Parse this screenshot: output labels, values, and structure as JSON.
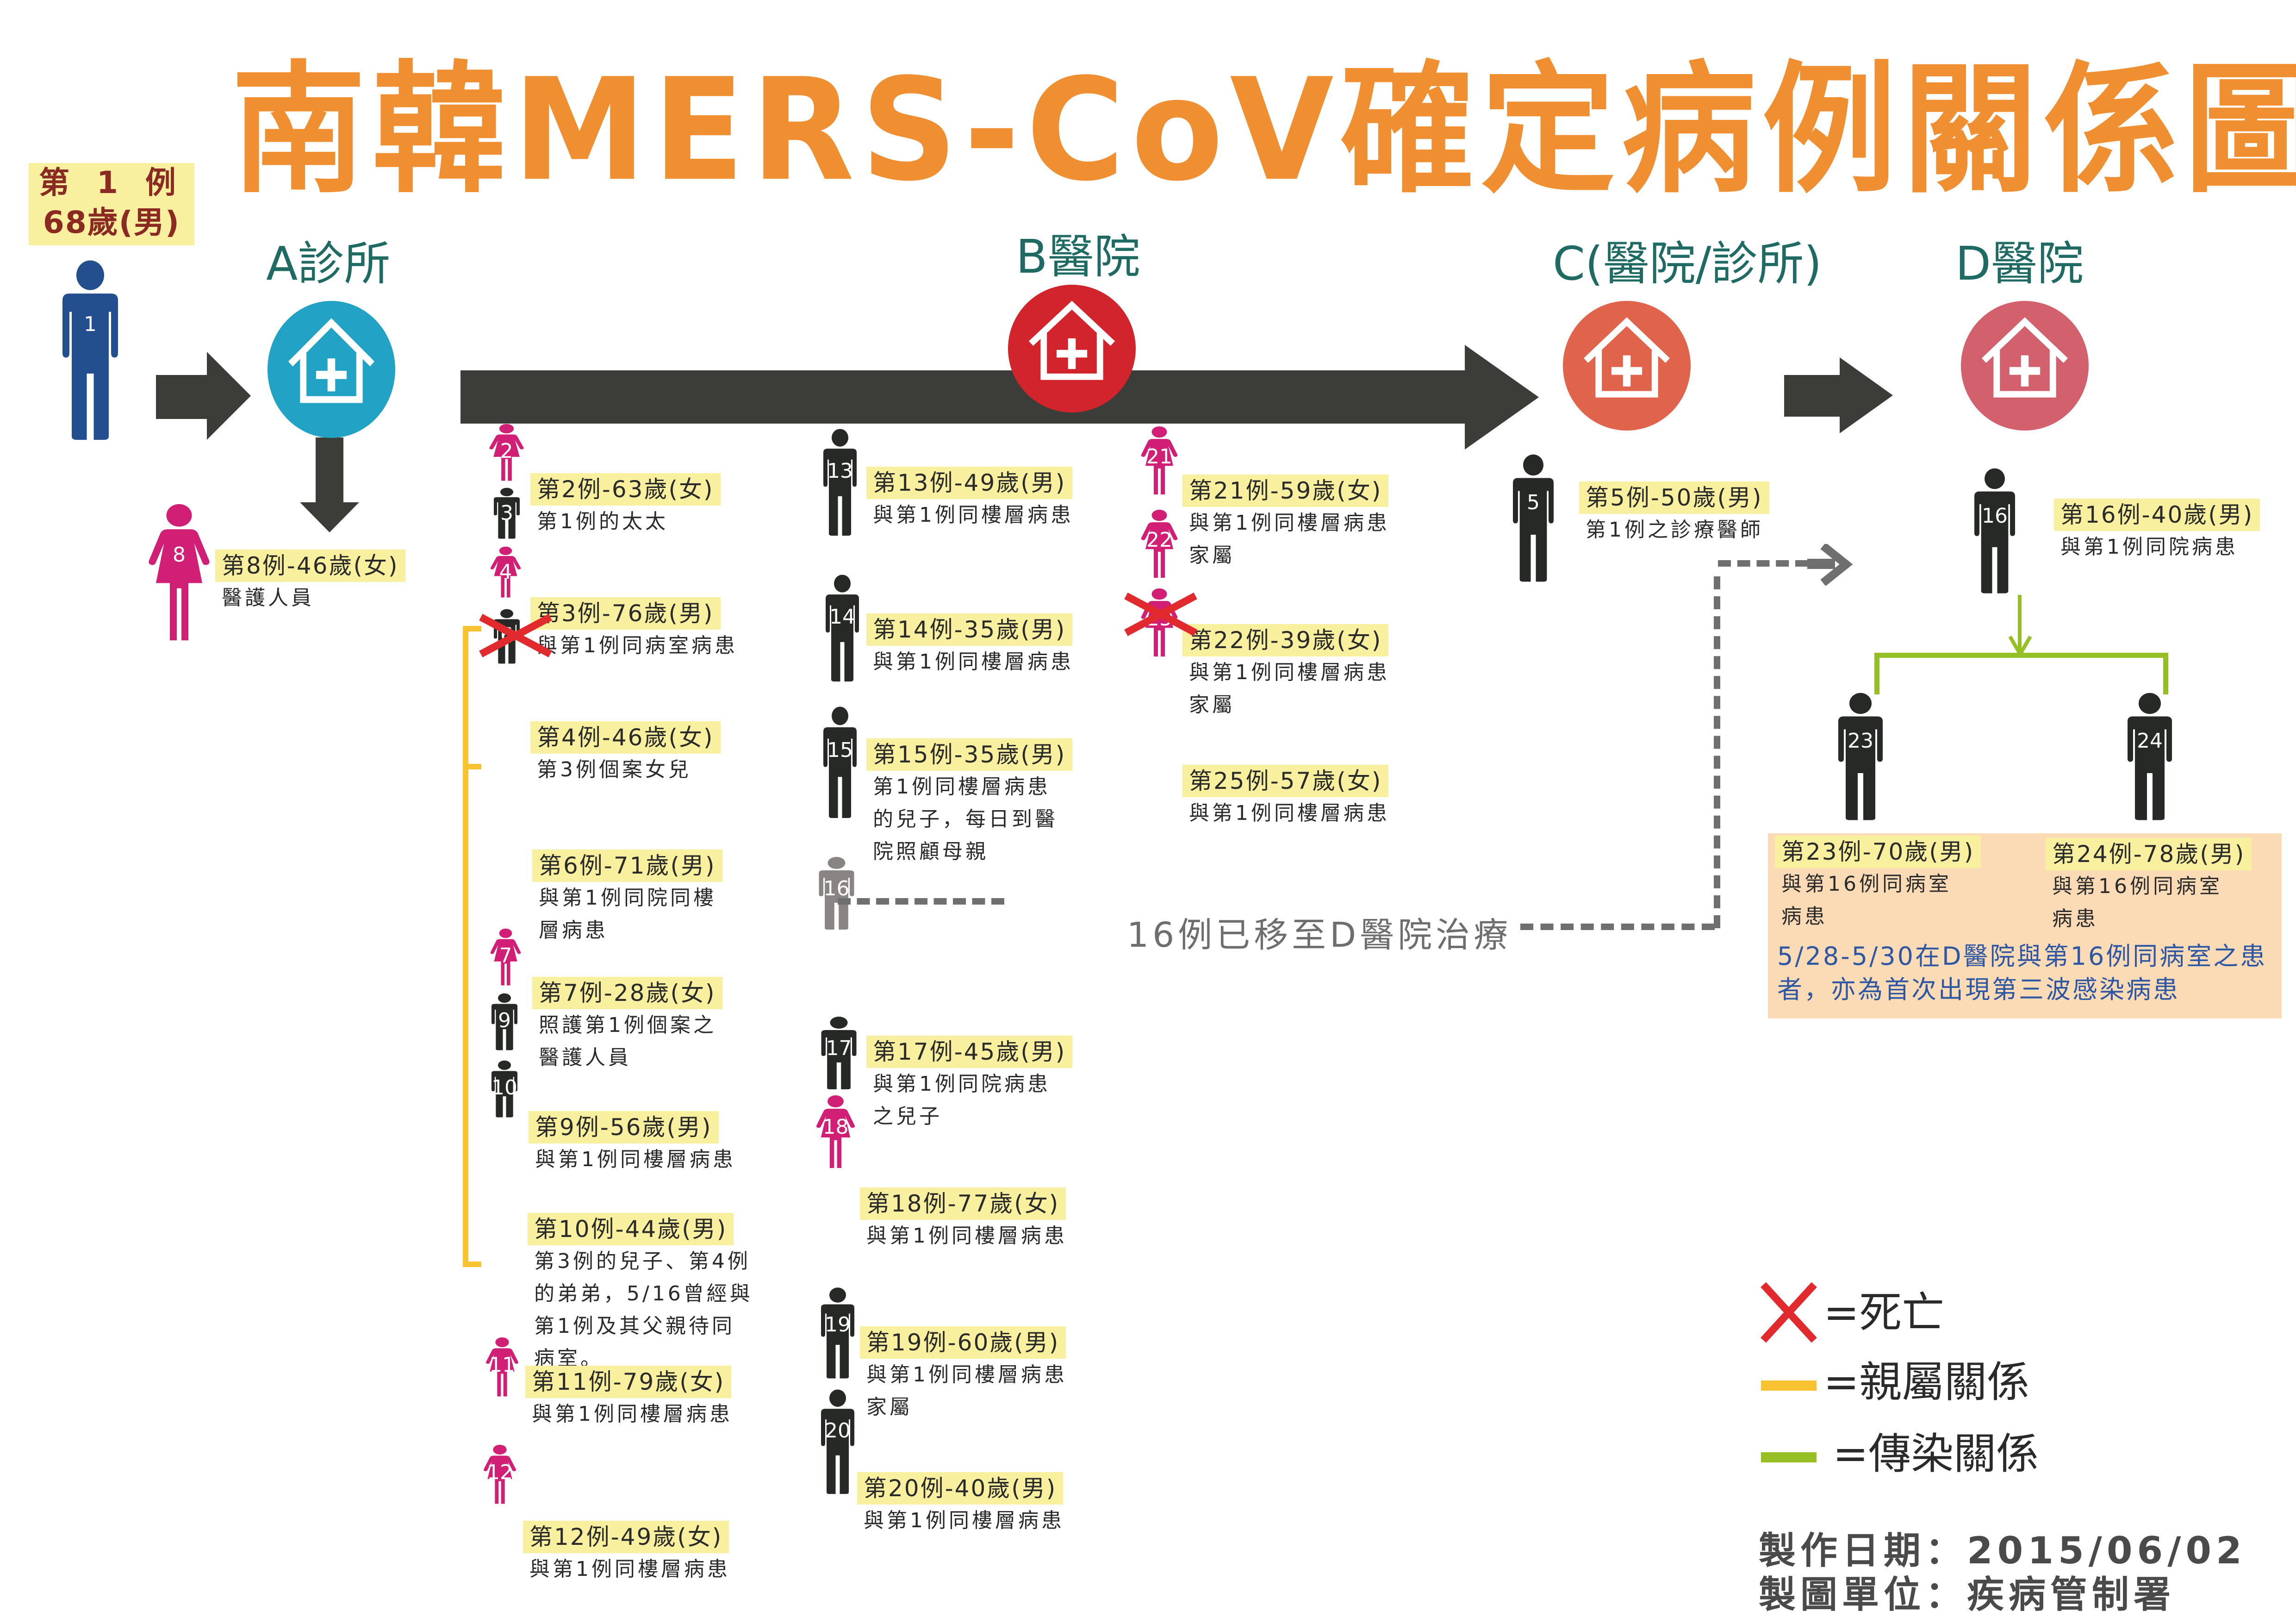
{
  "title": "南韓MERS-CoV確定病例關係圖",
  "index_case": {
    "line1": "第 1 例",
    "line2": "68歲(男)",
    "number": "1"
  },
  "facilities": {
    "A": {
      "label": "A診所",
      "color": "#22a3c5"
    },
    "B": {
      "label": "B醫院",
      "color": "#d2242c"
    },
    "C": {
      "label": "C(醫院/診所)",
      "color": "#e0634c"
    },
    "D": {
      "label": "D醫院",
      "color": "#d3616d"
    }
  },
  "colors": {
    "female": "#d01f74",
    "male": "#262925",
    "index_male": "#244f8f",
    "moved": "#8a8584",
    "death_mark": "#e02a2d",
    "kinship_line": "#f9c233",
    "transmission_line": "#96bf26",
    "title": "#f08f32",
    "facility_label": "#1f6b63"
  },
  "cases": {
    "c2": {
      "number": "2",
      "title": "第2例-63歲(女)",
      "desc": [
        "第1例的太太"
      ],
      "sex": "F",
      "deceased": false
    },
    "c3": {
      "number": "3",
      "title": "第3例-76歲(男)",
      "desc": [
        "與第1例同病室病患"
      ],
      "sex": "M",
      "deceased": false
    },
    "c4": {
      "number": "4",
      "title": "第4例-46歲(女)",
      "desc": [
        "第3例個案女兒"
      ],
      "sex": "F",
      "deceased": false
    },
    "c5": {
      "number": "5",
      "title": "第5例-50歲(男)",
      "desc": [
        "第1例之診療醫師"
      ],
      "sex": "M",
      "deceased": false
    },
    "c6": {
      "number": "6",
      "title": "第6例-71歲(男)",
      "desc": [
        "與第1例同院同樓",
        "層病患"
      ],
      "sex": "M",
      "deceased": true
    },
    "c7": {
      "number": "7",
      "title": "第7例-28歲(女)",
      "desc": [
        "照護第1例個案之",
        "醫護人員"
      ],
      "sex": "F",
      "deceased": false
    },
    "c8": {
      "number": "8",
      "title": "第8例-46歲(女)",
      "desc": [
        "醫護人員"
      ],
      "sex": "F",
      "deceased": false
    },
    "c9": {
      "number": "9",
      "title": "第9例-56歲(男)",
      "desc": [
        "與第1例同樓層病患"
      ],
      "sex": "M",
      "deceased": false
    },
    "c10": {
      "number": "10",
      "title": "第10例-44歲(男)",
      "desc": [
        "第3例的兒子、第4例",
        "的弟弟，5/16曾經與",
        "第1例及其父親待同",
        "病室。"
      ],
      "sex": "M",
      "deceased": false
    },
    "c11": {
      "number": "11",
      "title": "第11例-79歲(女)",
      "desc": [
        "與第1例同樓層病患"
      ],
      "sex": "F",
      "deceased": false
    },
    "c12": {
      "number": "12",
      "title": "第12例-49歲(女)",
      "desc": [
        "與第1例同樓層病患"
      ],
      "sex": "F",
      "deceased": false
    },
    "c13": {
      "number": "13",
      "title": "第13例-49歲(男)",
      "desc": [
        "與第1例同樓層病患"
      ],
      "sex": "M",
      "deceased": false
    },
    "c14": {
      "number": "14",
      "title": "第14例-35歲(男)",
      "desc": [
        "與第1例同樓層病患"
      ],
      "sex": "M",
      "deceased": false
    },
    "c15": {
      "number": "15",
      "title": "第15例-35歲(男)",
      "desc": [
        "第1例同樓層病患",
        "的兒子，每日到醫",
        "院照顧母親"
      ],
      "sex": "M",
      "deceased": false
    },
    "c16_moved": {
      "number": "16",
      "note": "16例已移至D醫院治療"
    },
    "c16": {
      "number": "16",
      "title": "第16例-40歲(男)",
      "desc": [
        "與第1例同院病患"
      ],
      "sex": "M",
      "deceased": false
    },
    "c17": {
      "number": "17",
      "title": "第17例-45歲(男)",
      "desc": [
        "與第1例同院病患",
        "之兒子"
      ],
      "sex": "M",
      "deceased": false
    },
    "c18": {
      "number": "18",
      "title": "第18例-77歲(女)",
      "desc": [
        "與第1例同樓層病患"
      ],
      "sex": "F",
      "deceased": false
    },
    "c19": {
      "number": "19",
      "title": "第19例-60歲(男)",
      "desc": [
        "與第1例同樓層病患",
        "家屬"
      ],
      "sex": "M",
      "deceased": false
    },
    "c20": {
      "number": "20",
      "title": "第20例-40歲(男)",
      "desc": [
        "與第1例同樓層病患"
      ],
      "sex": "M",
      "deceased": false
    },
    "c21": {
      "number": "21",
      "title": "第21例-59歲(女)",
      "desc": [
        "與第1例同樓層病患",
        "家屬"
      ],
      "sex": "F",
      "deceased": false
    },
    "c22": {
      "number": "22",
      "title": "第22例-39歲(女)",
      "desc": [
        "與第1例同樓層病患",
        "家屬"
      ],
      "sex": "F",
      "deceased": false
    },
    "c23": {
      "number": "23",
      "title": "第23例-70歲(男)",
      "desc": [
        "與第16例同病室",
        "病患"
      ],
      "sex": "M",
      "deceased": false
    },
    "c24": {
      "number": "24",
      "title": "第24例-78歲(男)",
      "desc": [
        "與第16例同病室",
        "病患"
      ],
      "sex": "M",
      "deceased": false
    },
    "c25": {
      "number": "25",
      "title": "第25例-57歲(女)",
      "desc": [
        "與第1例同樓層病患"
      ],
      "sex": "F",
      "deceased": true
    }
  },
  "third_wave_note": "5/28-5/30在D醫院與第16例同病室之患者，亦為首次出現第三波感染病患",
  "legend": {
    "death": "=死亡",
    "kinship": "=親屬關係",
    "transmission": "=傳染關係"
  },
  "footer": {
    "date_label": "製作日期：2015/06/02",
    "org_label": "製圖單位：疾病管制署"
  }
}
